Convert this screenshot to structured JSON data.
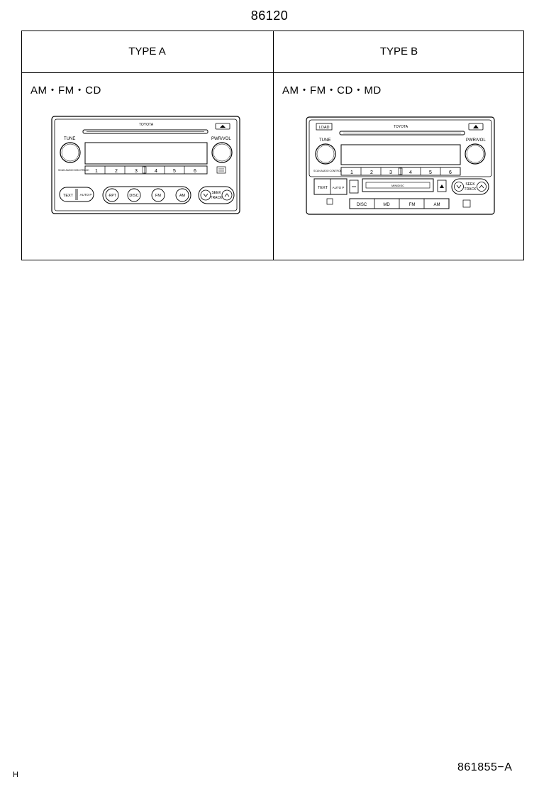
{
  "part_number": "86120",
  "columns": [
    {
      "heading": "TYPE A",
      "functions": "AM・FM・CD",
      "radio": {
        "brand": "TOYOTA",
        "tune": "TUNE",
        "pwr_vol": "PWR/VOL",
        "small_text": "SCAN AUDIO DISC/TRACK",
        "presets": [
          "1",
          "2",
          "3",
          "4",
          "5",
          "6"
        ],
        "buttons": [
          "TEXT",
          "AUTO P",
          "·RPT",
          "DISC",
          "FM",
          "AM"
        ],
        "seek_track": [
          "SEEK",
          "TRACK"
        ]
      }
    },
    {
      "heading": "TYPE B",
      "functions": "AM・FM・CD・MD",
      "radio": {
        "brand": "TOYOTA",
        "load": "LOAD",
        "tune": "TUNE",
        "pwr_vol": "PWR/VOL",
        "small_text": "SCAN AUDIO CONTROL",
        "presets": [
          "1",
          "2",
          "3",
          "4",
          "5",
          "6"
        ],
        "side_buttons": [
          "TEXT",
          "AUTO P"
        ],
        "buttons": [
          "DISC",
          "MD",
          "FM",
          "AM"
        ],
        "seek_track": [
          "SEEK",
          "TRACK"
        ],
        "md_slot": "MINIDISC"
      }
    }
  ],
  "footer": {
    "left": "H",
    "right": "861855−A"
  },
  "icons": [
    "eject-icon",
    "seek-up-icon",
    "seek-down-icon",
    "scan-icon"
  ]
}
